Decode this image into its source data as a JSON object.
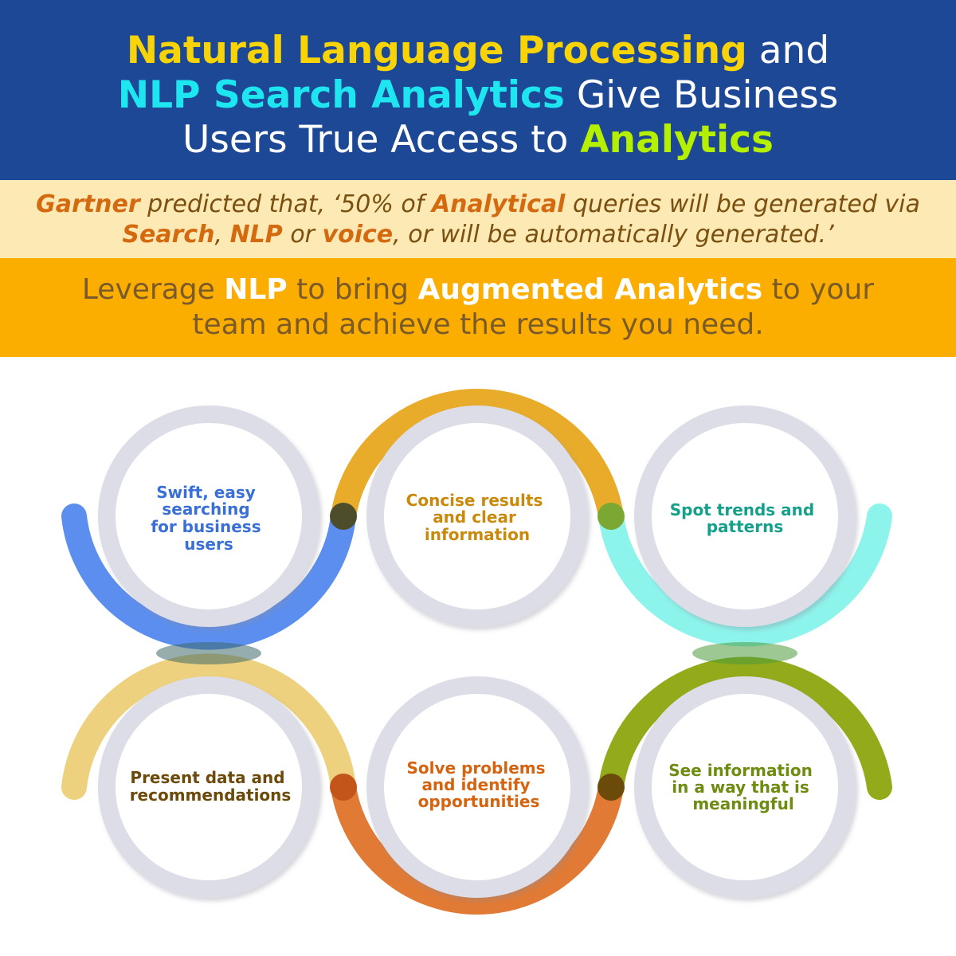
{
  "header": {
    "line1": {
      "emph": "Natural Language Processing",
      "rest": " and"
    },
    "line2": {
      "emph": "NLP Search Analytics",
      "rest": " Give Business"
    },
    "line3": {
      "lead": "Users True Access to ",
      "emph": "Analytics"
    }
  },
  "quote": {
    "line1": [
      {
        "text": "Gartner",
        "style": "b"
      },
      {
        "text": " predicted that, ‘50% of ",
        "style": "n"
      },
      {
        "text": "Analytical",
        "style": "b"
      },
      {
        "text": " queries will be generated via",
        "style": "n"
      }
    ],
    "line2": [
      {
        "text": "Search",
        "style": "b"
      },
      {
        "text": ", ",
        "style": "n"
      },
      {
        "text": "NLP",
        "style": "b"
      },
      {
        "text": " or ",
        "style": "n"
      },
      {
        "text": "voice",
        "style": "b"
      },
      {
        "text": ", or will be automatically generated.’",
        "style": "n"
      }
    ]
  },
  "band": {
    "line1": [
      {
        "text": "Leverage ",
        "style": "n"
      },
      {
        "text": "NLP",
        "style": "b"
      },
      {
        "text": " to bring ",
        "style": "n"
      },
      {
        "text": "Augmented Analytics",
        "style": "b"
      },
      {
        "text": " to your",
        "style": "n"
      }
    ],
    "line2": "team and achieve the results you need."
  },
  "circles": [
    {
      "lines": [
        "Swift, easy",
        "searching",
        "for business",
        "users"
      ],
      "color": "#3a6fd6"
    },
    {
      "lines": [
        "Concise results",
        "and clear",
        "information"
      ],
      "color": "#c98a0c"
    },
    {
      "lines": [
        "Spot trends and",
        "patterns"
      ],
      "color": "#14a08a"
    },
    {
      "lines": [
        "Present data and",
        "recommendations"
      ],
      "color": "#6b4a0a"
    },
    {
      "lines": [
        "Solve problems",
        "and identify",
        "opportunities"
      ],
      "color": "#d46410"
    },
    {
      "lines": [
        "See information",
        "in a way that is",
        "meaningful"
      ],
      "color": "#6e8c10"
    }
  ],
  "arc_colors": {
    "blue": "#5b8eef",
    "gold": "#e8ac2a",
    "cyan": "#8df4ec",
    "sand": "#ebcd73",
    "orange": "#e07a35",
    "olive": "#93ab1a"
  }
}
